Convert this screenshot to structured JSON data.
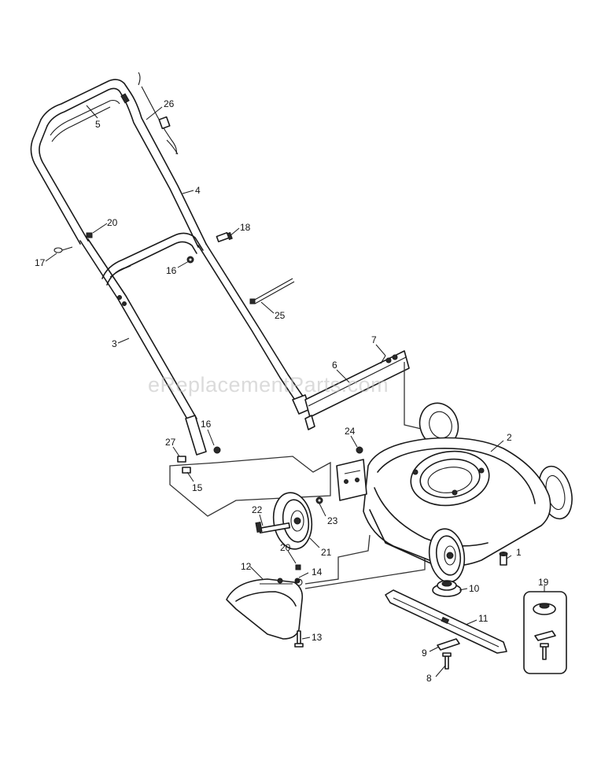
{
  "watermark": "eReplacementParts.com",
  "callouts": [
    {
      "id": "c26",
      "label": "26"
    },
    {
      "id": "c5",
      "label": "5"
    },
    {
      "id": "c4",
      "label": "4"
    },
    {
      "id": "c20a",
      "label": "20"
    },
    {
      "id": "c18",
      "label": "18"
    },
    {
      "id": "c17",
      "label": "17"
    },
    {
      "id": "c16a",
      "label": "16"
    },
    {
      "id": "c25",
      "label": "25"
    },
    {
      "id": "c3",
      "label": "3"
    },
    {
      "id": "c7",
      "label": "7"
    },
    {
      "id": "c6",
      "label": "6"
    },
    {
      "id": "c16b",
      "label": "16"
    },
    {
      "id": "c27",
      "label": "27"
    },
    {
      "id": "c24",
      "label": "24"
    },
    {
      "id": "c2",
      "label": "2"
    },
    {
      "id": "c15",
      "label": "15"
    },
    {
      "id": "c22",
      "label": "22"
    },
    {
      "id": "c23",
      "label": "23"
    },
    {
      "id": "c21",
      "label": "21"
    },
    {
      "id": "c20b",
      "label": "20"
    },
    {
      "id": "c1",
      "label": "1"
    },
    {
      "id": "c12",
      "label": "12"
    },
    {
      "id": "c14",
      "label": "14"
    },
    {
      "id": "c10",
      "label": "10"
    },
    {
      "id": "c19",
      "label": "19"
    },
    {
      "id": "c11",
      "label": "11"
    },
    {
      "id": "c13",
      "label": "13"
    },
    {
      "id": "c9",
      "label": "9"
    },
    {
      "id": "c8",
      "label": "8"
    }
  ]
}
